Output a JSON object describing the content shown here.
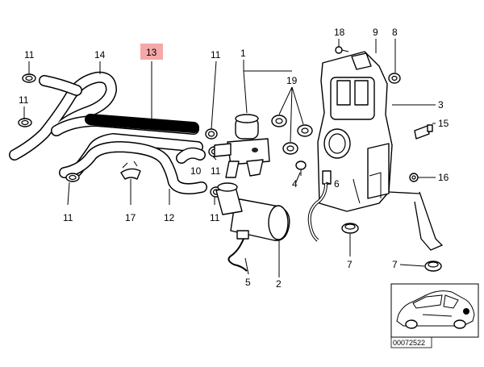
{
  "diagram": {
    "highlight_color": "#f4a8a8",
    "highlighted_label": "13",
    "labels": {
      "l18": "18",
      "l9": "9",
      "l8": "8",
      "l11a": "11",
      "l14": "14",
      "l13": "13",
      "l11b": "11",
      "l1": "1",
      "l11c": "11",
      "l19": "19",
      "l3": "3",
      "l15": "15",
      "l10": "10",
      "l11d": "11",
      "l4": "4",
      "l6": "6",
      "l16": "16",
      "l11e": "11",
      "l17": "17",
      "l12": "12",
      "l11f": "11",
      "l5": "5",
      "l2": "2",
      "l7a": "7",
      "l7b": "7"
    },
    "inset_code": "00072522"
  }
}
